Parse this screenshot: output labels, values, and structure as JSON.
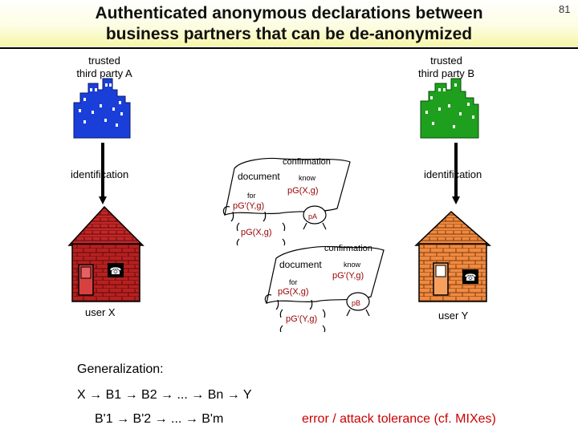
{
  "slide": {
    "title_line1": "Authenticated anonymous declarations between",
    "title_line2": "business partners that can be de-anonymized",
    "page_number": "81"
  },
  "parties": {
    "tp_a_line1": "trusted",
    "tp_a_line2": "third party A",
    "tp_b_line1": "trusted",
    "tp_b_line2": "third party B",
    "identification_left": "identification",
    "identification_right": "identification",
    "user_x": "user X",
    "user_y": "user Y"
  },
  "colors": {
    "party_a_building": "#1a3fd9",
    "party_b_building": "#1ea01e",
    "house_x_wall": "#b82020",
    "house_y_wall": "#f08a40",
    "pseudonym_text": "#990000",
    "title_band": "#f6f6a8"
  },
  "doc_top": {
    "confirmation": "confirmation",
    "document": "document",
    "know": "know",
    "for": "for",
    "pg_y": "pG'(Y,g)",
    "pg_x": "pG(X,g)",
    "pa": "pA",
    "pg_x_bottom": "pG(X,g)"
  },
  "doc_bottom": {
    "confirmation": "confirmation",
    "document": "document",
    "know": "know",
    "for": "for",
    "pg_x": "pG(X,g)",
    "pg_y": "pG'(Y,g)",
    "pb": "pB",
    "pg_y_bottom": "pG'(Y,g)"
  },
  "generalization": {
    "heading": "Generalization:",
    "chain1": "X → B1 → B2 → ... → Bn → Y",
    "chain2": "B'1 → B'2 → ... → B'm",
    "note": "error / attack tolerance (cf. MIXes)"
  }
}
